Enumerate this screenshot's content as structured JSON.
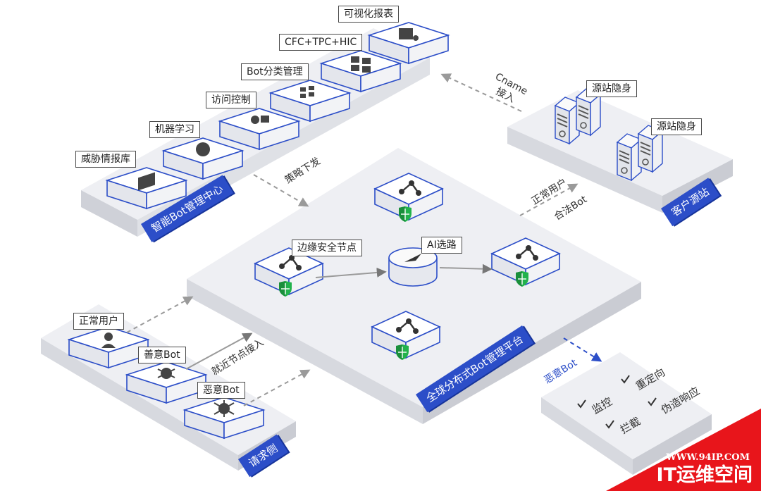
{
  "hub": {
    "title": "智能Bot管理中心",
    "modules": [
      "威胁情报库",
      "机器学习",
      "访问控制",
      "Bot分类管理",
      "CFC+TPC+HIC",
      "可视化报表"
    ]
  },
  "platform": {
    "title": "全球分布式Bot管理平台",
    "edge_node_label": "边缘安全节点",
    "ai_label": "AI选路"
  },
  "requests": {
    "title": "请求侧",
    "items": [
      "正常用户",
      "善意Bot",
      "恶意Bot"
    ]
  },
  "customer": {
    "title": "客户源站",
    "items": [
      "源站隐身",
      "源站隐身"
    ]
  },
  "flows": {
    "cname_line1": "Cname",
    "cname_line2": "接入",
    "policy": "策略下发",
    "nearest": "就近节点接入",
    "normal_user": "正常用户",
    "legit_bot": "合法Bot",
    "malicious_bot": "恶意Bot"
  },
  "actions": [
    "监控",
    "重定向",
    "拦截",
    "伪造响应"
  ],
  "watermark": {
    "url": "WWW.94IP.COM",
    "name": "IT运维空间",
    "color": "#e8151b"
  },
  "colors": {
    "accent": "#2c4ec8",
    "shield": "#22b24c",
    "arrow": "#9a9a9a"
  }
}
